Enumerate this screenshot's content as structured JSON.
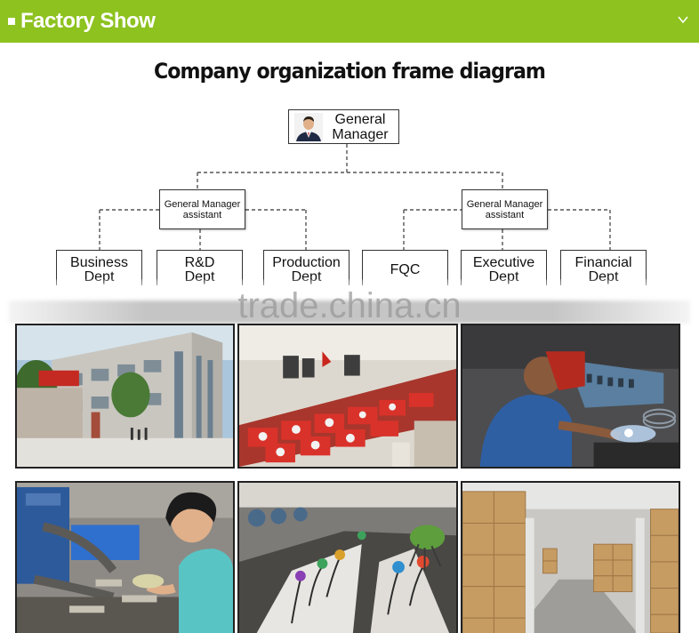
{
  "header": {
    "title": "Factory Show",
    "accent_color": "#8dc21f",
    "bullet_icon": "square-bullet-icon",
    "toggle_icon": "chevron-down-icon"
  },
  "diagram": {
    "title": "Company organization frame diagram",
    "general_manager": {
      "line1": "General",
      "line2": "Manager",
      "icon": "manager-portrait-icon"
    },
    "assistants": [
      {
        "line1": "General Manager",
        "line2": "assistant"
      },
      {
        "line1": "General Manager",
        "line2": "assistant"
      }
    ],
    "departments": [
      {
        "line1": "Business",
        "line2": "Dept"
      },
      {
        "line1": "R&D",
        "line2": "Dept"
      },
      {
        "line1": "Production",
        "line2": "Dept"
      },
      {
        "line1": "FQC",
        "line2": ""
      },
      {
        "line1": "Executive",
        "line2": "Dept"
      },
      {
        "line1": "Financial",
        "line2": "Dept"
      }
    ]
  },
  "watermark": "trade.china.cn",
  "photos": [
    {
      "name": "factory-building-photo"
    },
    {
      "name": "production-floor-photo"
    },
    {
      "name": "welding-worker-photo"
    },
    {
      "name": "assembly-worker-photo"
    },
    {
      "name": "product-showroom-photo"
    },
    {
      "name": "warehouse-cartons-photo"
    }
  ]
}
